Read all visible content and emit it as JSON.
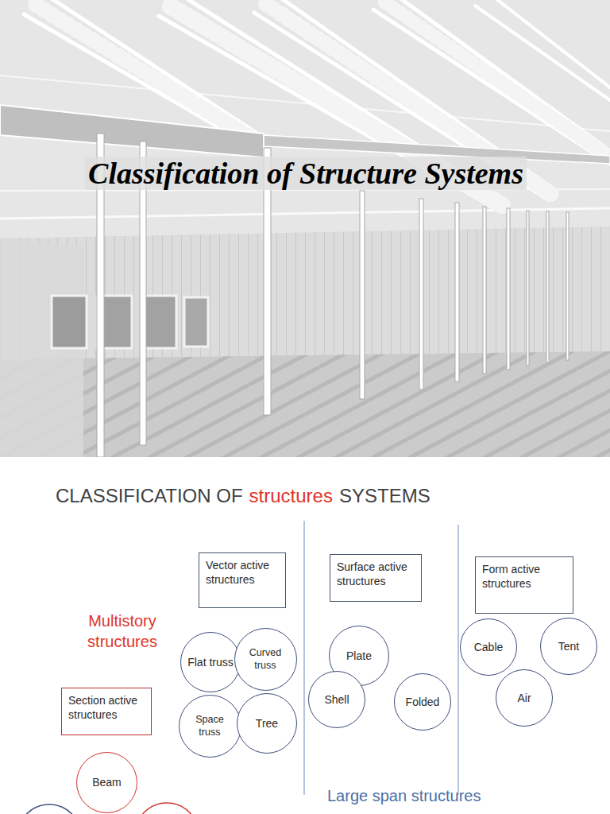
{
  "diagram": {
    "title": "Classification of Structure Systems",
    "nodes": [
      {
        "text": [
          "Vector active structures"
        ]
      },
      {
        "text": [
          "Surface active structures"
        ]
      },
      {
        "text": [
          "Form active structures"
        ]
      },
      {
        "text": [
          "Flat truss"
        ]
      },
      {
        "text": [
          "Curved truss"
        ]
      },
      {
        "text": [
          "Plate"
        ]
      },
      {
        "text": [
          "Cable"
        ]
      },
      {
        "text": [
          "Tent"
        ]
      },
      {
        "text": [
          "Air"
        ]
      },
      {
        "text": [
          "Section active structures"
        ]
      },
      {
        "text": [
          "Shell"
        ]
      },
      {
        "text": [
          "Folded"
        ]
      },
      {
        "text": [
          "Space truss"
        ]
      },
      {
        "text": [
          "Tree"
        ]
      },
      {
        "text": [
          "Beam"
        ]
      }
    ],
    "labels": [
      "CLASSIFICATION OF",
      "structures",
      "SYSTEMS",
      "Multistory structures",
      "Large span structures"
    ]
  }
}
